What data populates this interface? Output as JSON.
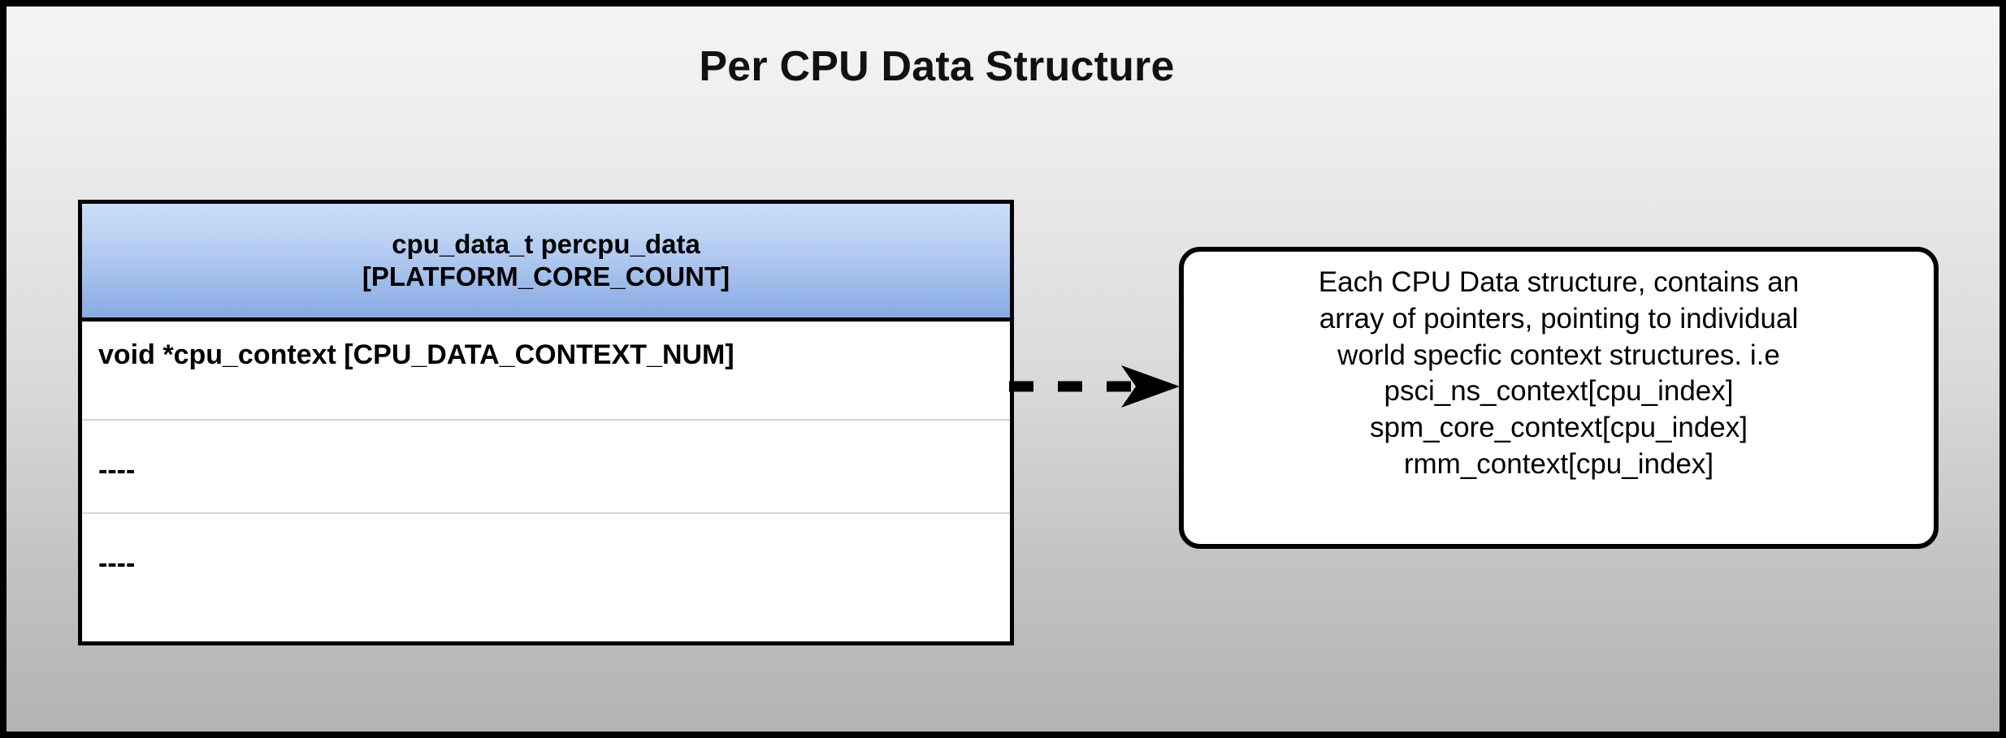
{
  "diagram": {
    "title": "Per CPU Data Structure",
    "colors": {
      "header_gradient_top": "#c9dcf7",
      "header_gradient_bottom": "#87abe4",
      "border": "#000000",
      "row_divider": "#d3d3d3",
      "canvas_gradient_top": "#f4f4f4",
      "canvas_gradient_bottom": "#b3b3b3",
      "box_fill": "#ffffff"
    },
    "struct_table": {
      "header_lines": [
        "cpu_data_t percpu_data",
        "[PLATFORM_CORE_COUNT]"
      ],
      "rows": [
        "void *cpu_context [CPU_DATA_CONTEXT_NUM]",
        "----",
        "----"
      ]
    },
    "connector": {
      "style": "dashed",
      "arrowhead": "filled-barbed",
      "direction": "right",
      "dash_count": 3,
      "icon": "dashed-arrow-icon"
    },
    "note": {
      "lines": [
        "Each CPU Data structure, contains an",
        "array of pointers, pointing to individual",
        "world specfic context structures. i.e",
        "psci_ns_context[cpu_index]",
        "spm_core_context[cpu_index]",
        "rmm_context[cpu_index]"
      ]
    }
  }
}
